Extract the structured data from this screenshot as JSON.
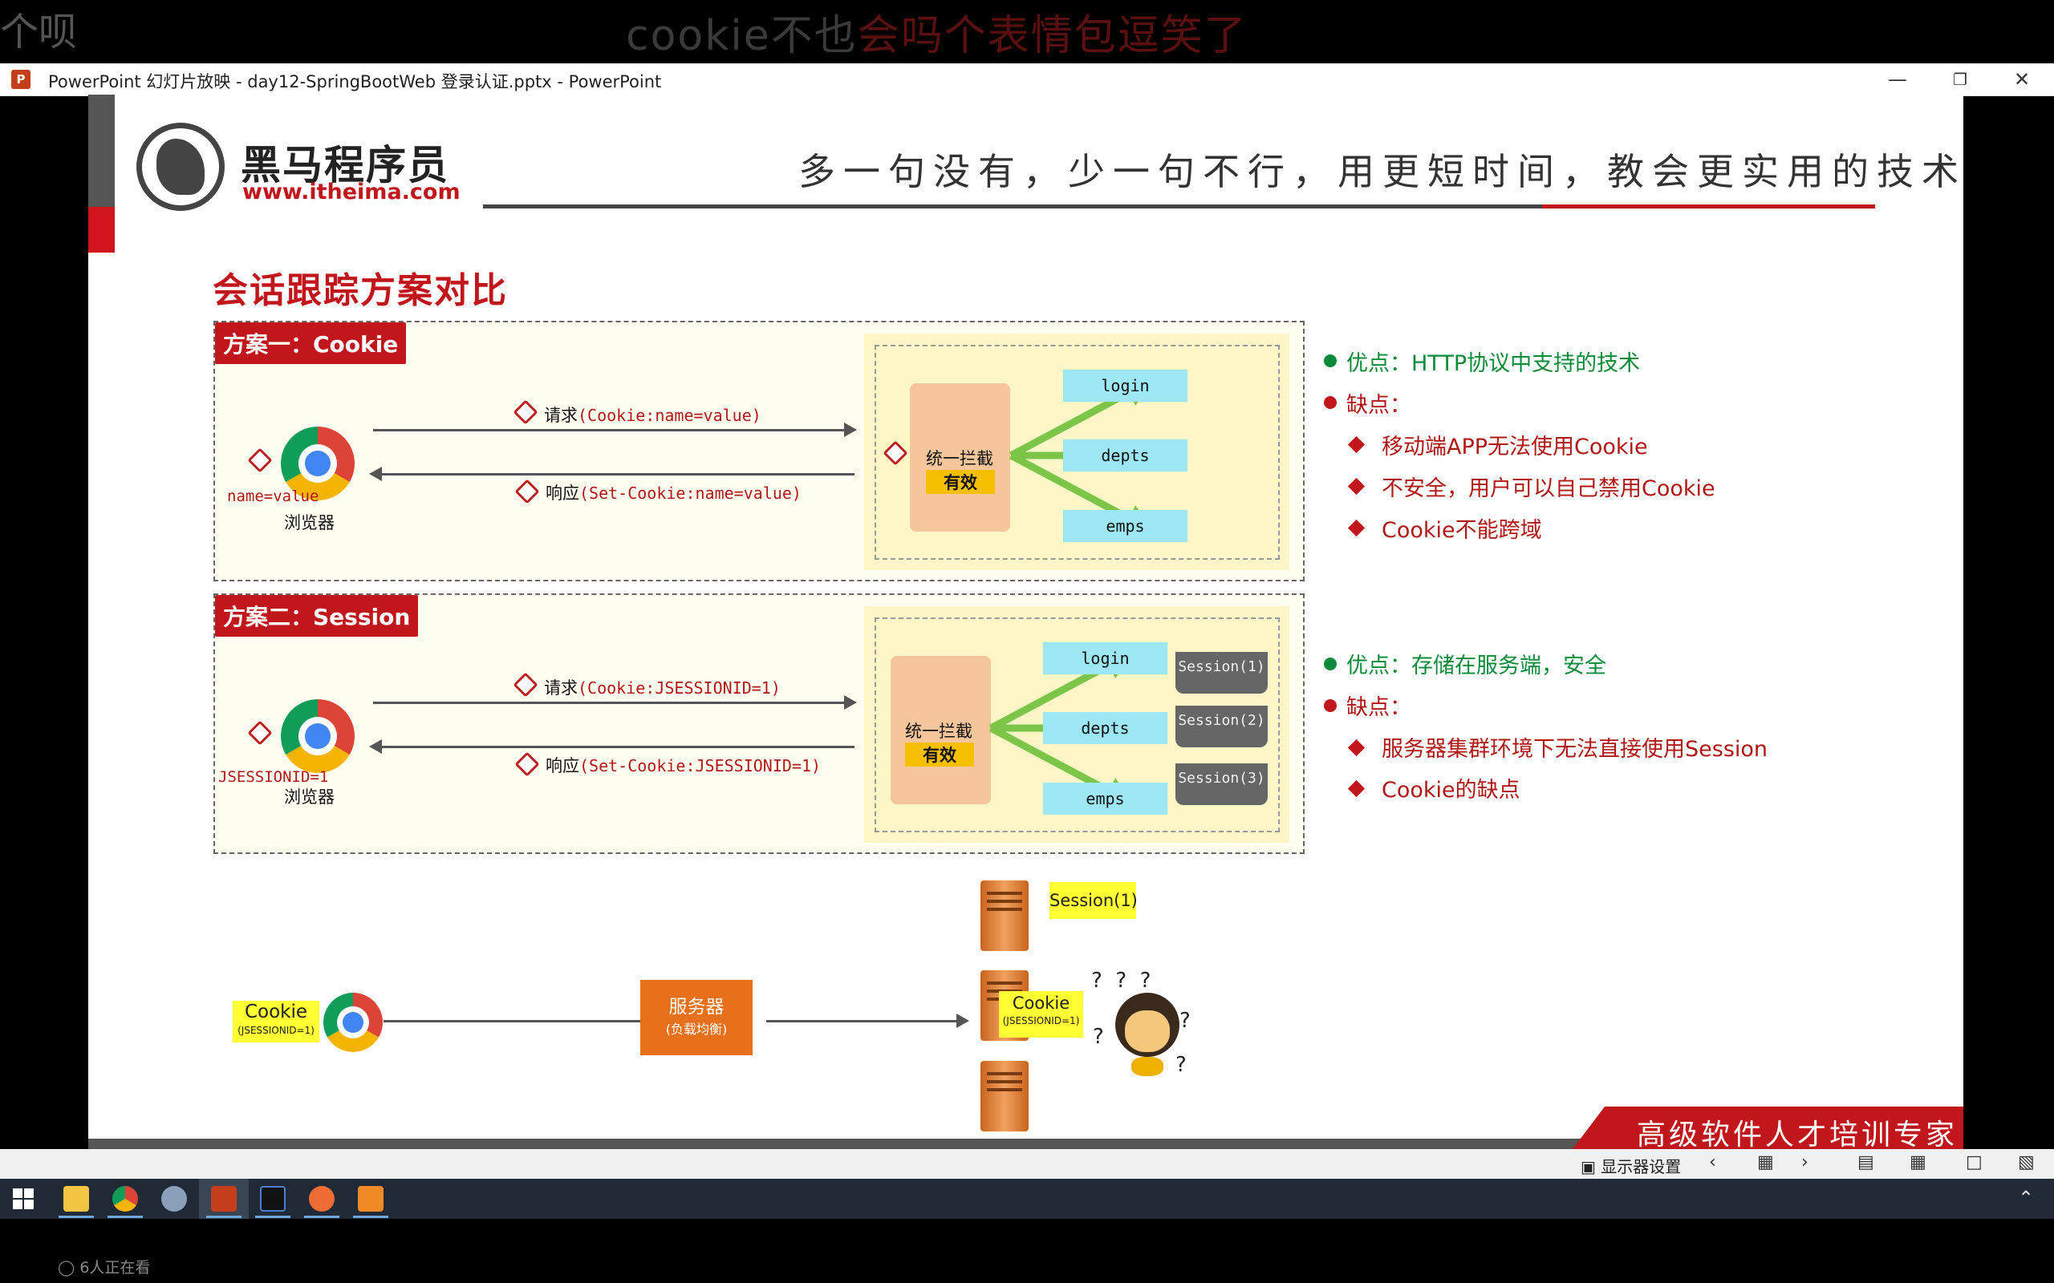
{
  "overlay": {
    "danmaku_left": "个呗",
    "danmaku_center_a": "cookie不也",
    "danmaku_center_b": "会吗个表情包逗笑了"
  },
  "window": {
    "app_icon": "P",
    "title": "PowerPoint 幻灯片放映  -  day12-SpringBootWeb 登录认证.pptx - PowerPoint",
    "minimize_icon": "minimize-icon",
    "restore_icon": "restore-icon",
    "close_icon": "close-icon"
  },
  "slide": {
    "logo_cn": "黑马程序员",
    "logo_url": "www.itheima.com",
    "slogan": "多一句没有，少一句不行，用更短时间，教会更实用的技术！",
    "title": "会话跟踪方案对比",
    "scheme1": {
      "label": "方案一：Cookie",
      "browser_value": "name=value",
      "browser_label": "浏览器",
      "request_cn": "请求",
      "request_code": "(Cookie:name=value)",
      "response_cn": "响应",
      "response_code": "(Set-Cookie:name=value)",
      "interceptor": "统一拦截",
      "valid": "有效",
      "endpoints": [
        "login",
        "depts",
        "emps"
      ],
      "pro": "优点：HTTP协议中支持的技术",
      "con_title": "缺点：",
      "cons": [
        "移动端APP无法使用Cookie",
        "不安全，用户可以自己禁用Cookie",
        "Cookie不能跨域"
      ]
    },
    "scheme2": {
      "label": "方案二：Session",
      "browser_value": "JSESSIONID=1",
      "browser_label": "浏览器",
      "request_cn": "请求",
      "request_code": "(Cookie:JSESSIONID=1)",
      "response_cn": "响应",
      "response_code": "(Set-Cookie:JSESSIONID=1)",
      "interceptor": "统一拦截",
      "valid": "有效",
      "endpoints": [
        "login",
        "depts",
        "emps"
      ],
      "sessions": [
        "Session(1)",
        "Session(2)",
        "Session(3)"
      ],
      "pro": "优点：存储在服务端，安全",
      "con_title": "缺点：",
      "cons": [
        "服务器集群环境下无法直接使用Session",
        "Cookie的缺点"
      ]
    },
    "bottom": {
      "cookie_label": "Cookie",
      "cookie_sub": "(JSESSIONID=1)",
      "lb_title": "服务器",
      "lb_sub": "(负载均衡)",
      "session_label": "Session(1)",
      "cookie2_label": "Cookie",
      "cookie2_sub": "(JSESSIONID=1)"
    },
    "footer": "高级软件人才培训专家"
  },
  "statusbar": {
    "display_settings": "显示器设置"
  },
  "taskbar": {
    "icons": [
      "windows-start-icon",
      "file-explorer-icon",
      "chrome-icon",
      "app-icon",
      "powerpoint-icon",
      "intellij-icon",
      "postman-icon",
      "app-orange-icon"
    ]
  },
  "viewers": "6人正在看",
  "colors": {
    "brand_red": "#c0161c",
    "pro_green": "#0a8a3a",
    "server_yellow": "#fff6c7",
    "endpoint_cyan": "#9de7f5"
  }
}
